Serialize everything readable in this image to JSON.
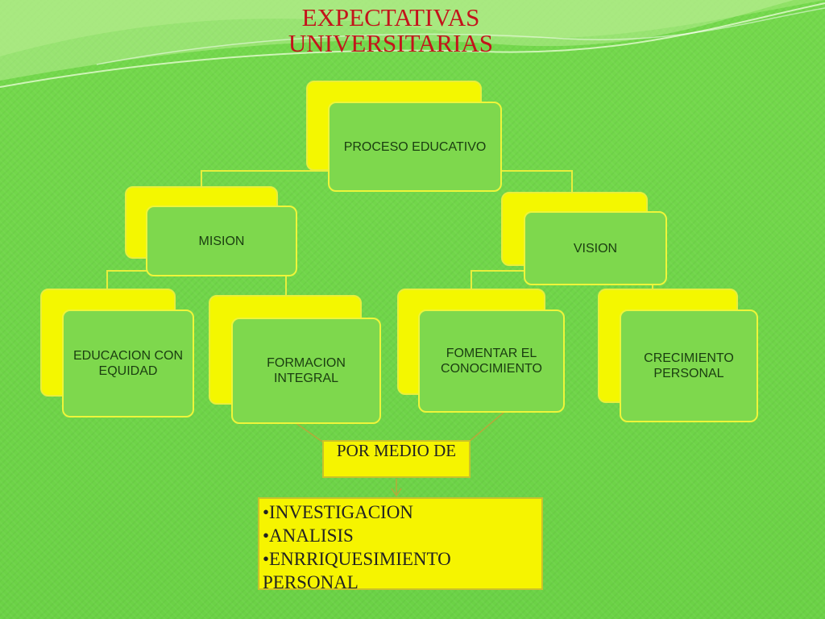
{
  "title": "EXPECTATIVAS UNIVERSITARIAS",
  "nodes": {
    "root": "PROCESO EDUCATIVO",
    "mision": "MISION",
    "vision": "VISION",
    "educacion": "EDUCACION CON EQUIDAD",
    "formacion": "FORMACION INTEGRAL",
    "fomentar": "FOMENTAR EL CONOCIMIENTO",
    "crecimiento": "CRECIMIENTO PERSONAL"
  },
  "means_label": "POR MEDIO DE",
  "list_items": [
    "•INVESTIGACION",
    "•ANALISIS",
    "•ENRRIQUESIMIENTO PERSONAL"
  ],
  "colors": {
    "background": "#6fd64a",
    "title": "#c3141b",
    "node_back": "#f4f700",
    "node_front": "#7ed84d",
    "box": "#f6f400"
  }
}
